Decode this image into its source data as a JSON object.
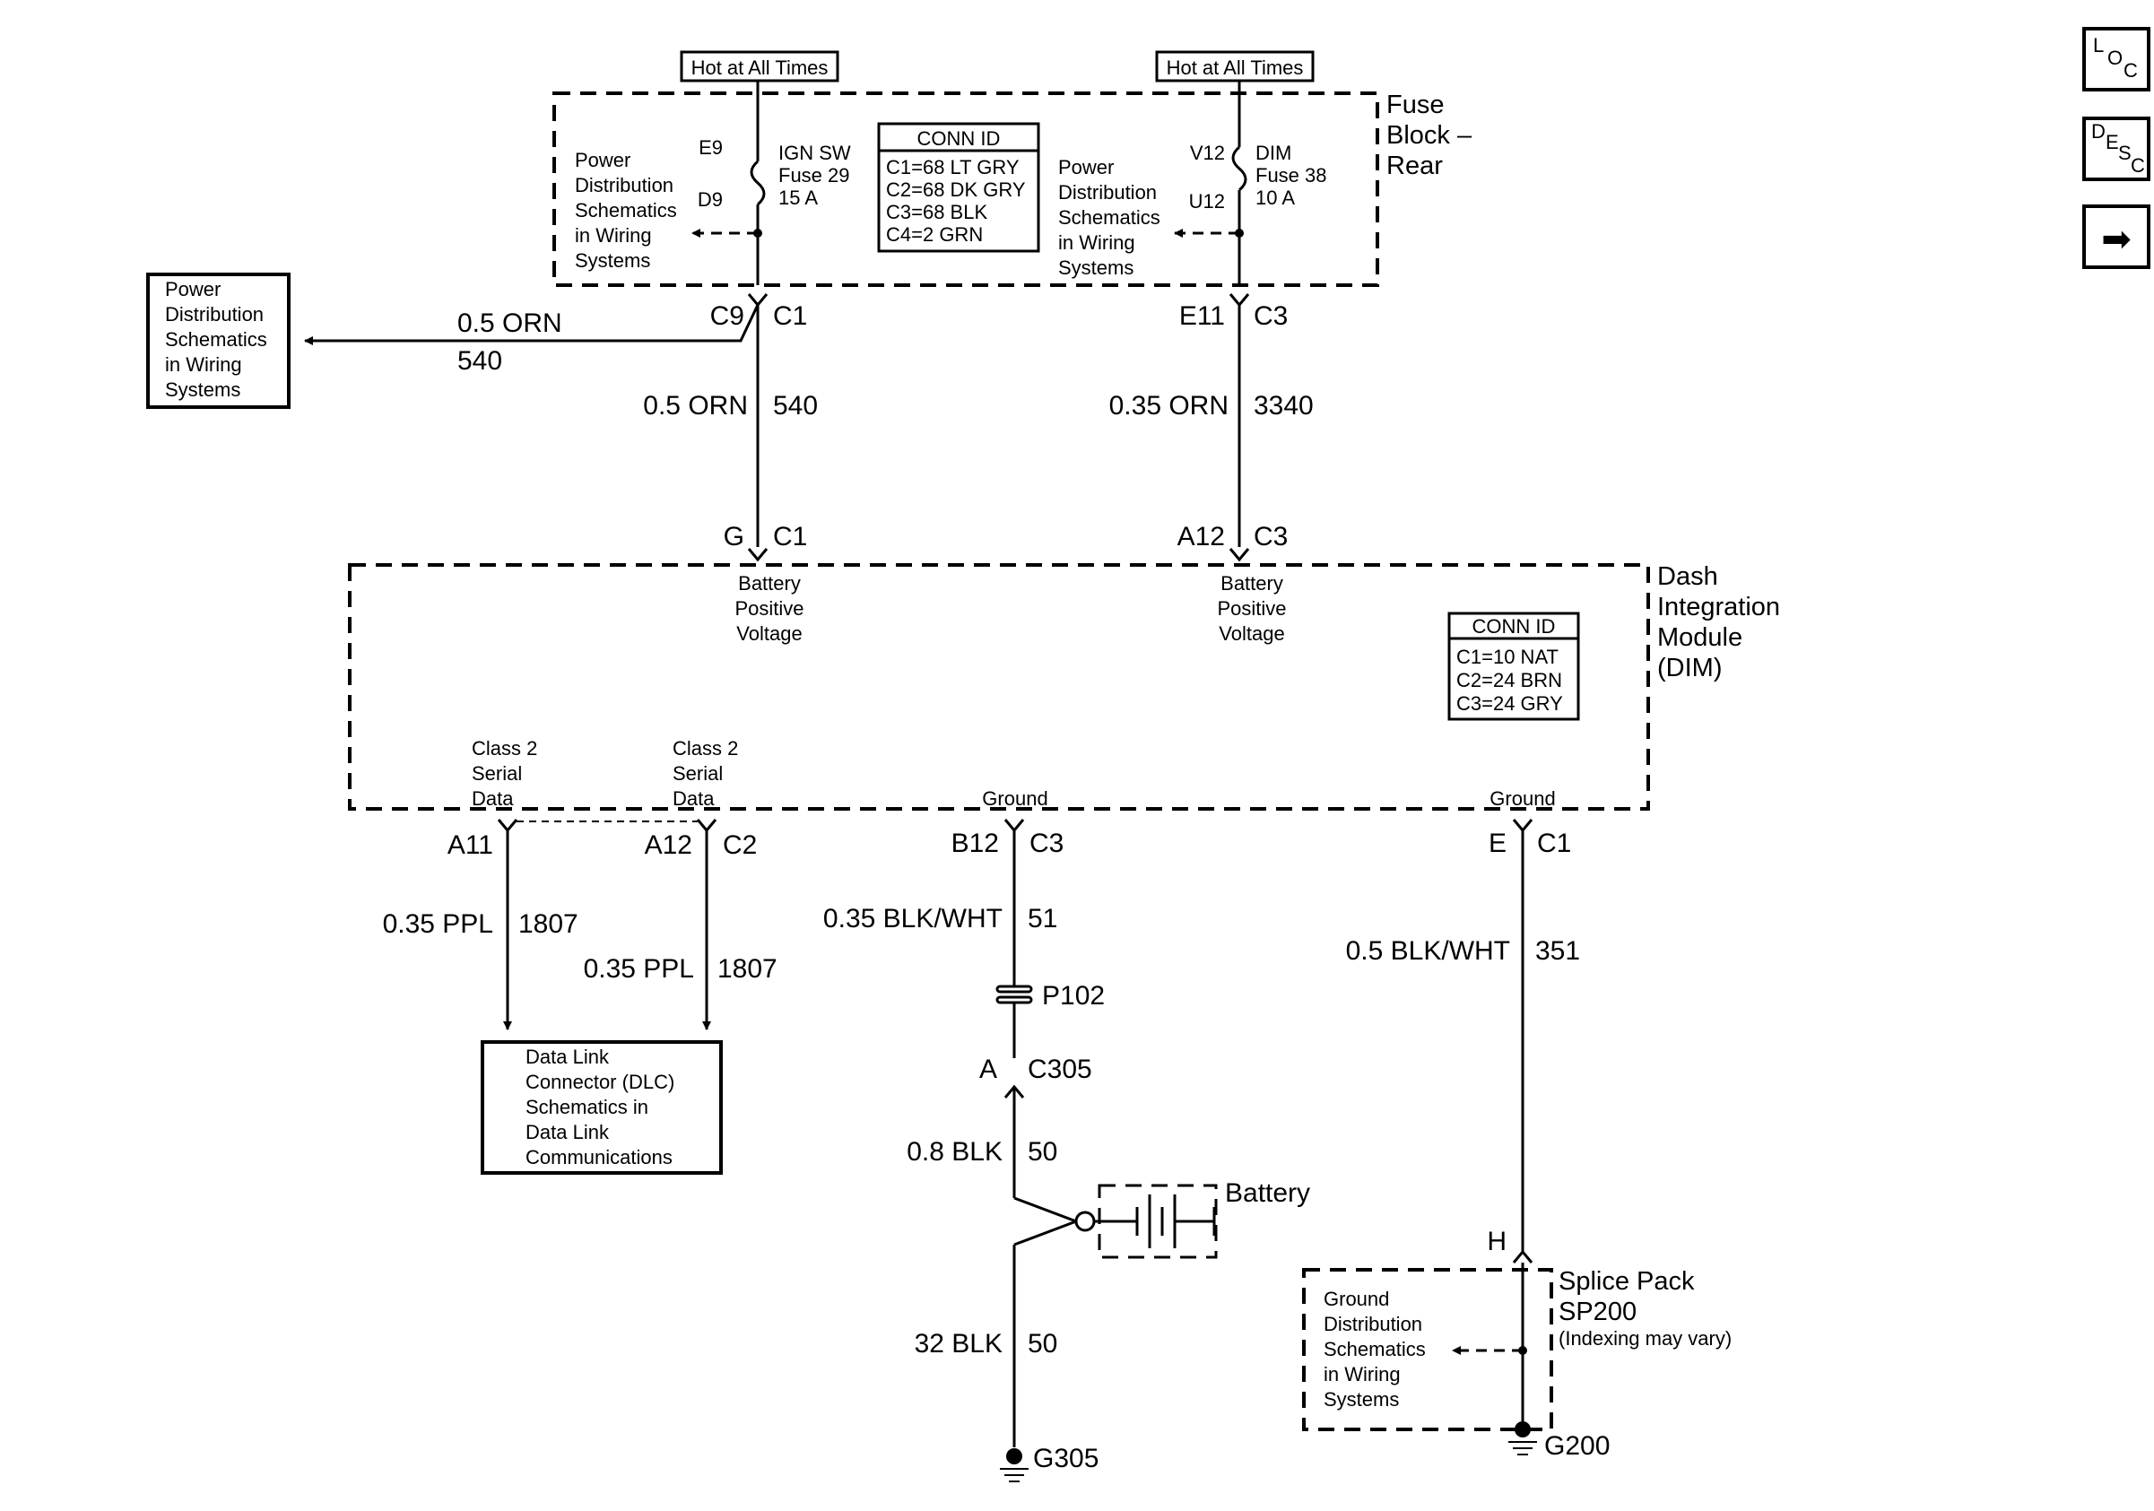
{
  "hot_at_all_times": "Hot at All Times",
  "fuse_block": {
    "title_lines": [
      "Fuse",
      "Block –",
      "Rear"
    ],
    "power_dist_lines": [
      "Power",
      "Distribution",
      "Schematics",
      "in Wiring",
      "Systems"
    ],
    "conn_id": {
      "title": "CONN ID",
      "rows": [
        "C1=68 LT GRY",
        "C2=68 DK GRY",
        "C3=68 BLK",
        "C4=2 GRN"
      ]
    },
    "fuse29": {
      "pin_top": "E9",
      "pin_bottom": "D9",
      "lines": [
        "IGN SW",
        "Fuse 29",
        "15 A"
      ]
    },
    "fuse38": {
      "pin_top": "V12",
      "pin_bottom": "U12",
      "lines": [
        "DIM",
        "Fuse 38",
        "10 A"
      ]
    }
  },
  "left_box_lines": [
    "Power",
    "Distribution",
    "Schematics",
    "in Wiring",
    "Systems"
  ],
  "connectors": {
    "c9": "C9",
    "c1": "C1",
    "e11": "E11",
    "c3": "C3",
    "g": "G",
    "a12": "A12",
    "a11": "A11",
    "c2": "C2",
    "b12": "B12",
    "e": "E",
    "a": "A",
    "c305": "C305",
    "h": "H"
  },
  "wires": {
    "w540_branch_color": "0.5 ORN",
    "w540_branch_num": "540",
    "w540_color": "0.5 ORN",
    "w540_num": "540",
    "w3340_color": "0.35 ORN",
    "w3340_num": "3340",
    "w1807a_color": "0.35 PPL",
    "w1807a_num": "1807",
    "w1807b_color": "0.35 PPL",
    "w1807b_num": "1807",
    "w51_color": "0.35 BLK/WHT",
    "w51_num": "51",
    "w50a_color": "0.8 BLK",
    "w50a_num": "50",
    "w50b_color": "32 BLK",
    "w50b_num": "50",
    "w351_color": "0.5 BLK/WHT",
    "w351_num": "351"
  },
  "dim": {
    "title_lines": [
      "Dash",
      "Integration",
      "Module",
      "(DIM)"
    ],
    "batt_lines": [
      "Battery",
      "Positive",
      "Voltage"
    ],
    "class2_lines": [
      "Class 2",
      "Serial",
      "Data"
    ],
    "ground": "Ground",
    "conn_id": {
      "title": "CONN ID",
      "rows": [
        "C1=10 NAT",
        "C2=24 BRN",
        "C3=24 GRY"
      ]
    }
  },
  "dlc_lines": [
    "Data Link",
    "Connector (DLC)",
    "Schematics in",
    "Data Link",
    "Communications"
  ],
  "p102": "P102",
  "battery": "Battery",
  "g305": "G305",
  "g200": "G200",
  "splice": {
    "lines": [
      "Splice Pack",
      "SP200"
    ],
    "note": "(Indexing may vary)"
  },
  "ground_dist_lines": [
    "Ground",
    "Distribution",
    "Schematics",
    "in Wiring",
    "Systems"
  ],
  "nav": {
    "loc": [
      "L",
      "O",
      "C"
    ],
    "desc": [
      "D",
      "E",
      "S",
      "C"
    ],
    "next": "➡"
  }
}
